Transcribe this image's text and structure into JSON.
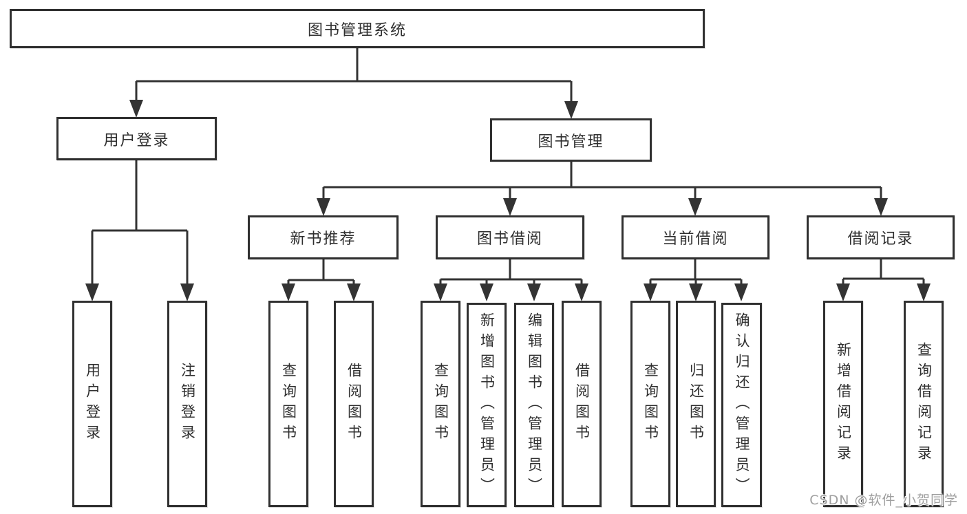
{
  "diagram": {
    "title": "图书管理系统",
    "branches": [
      {
        "label": "用户登录",
        "children": [
          {
            "label": "用户登录"
          },
          {
            "label": "注销登录"
          }
        ]
      },
      {
        "label": "图书管理",
        "children": [
          {
            "label": "新书推荐",
            "children": [
              {
                "label": "查询图书"
              },
              {
                "label": "借阅图书"
              }
            ]
          },
          {
            "label": "图书借阅",
            "children": [
              {
                "label": "查询图书"
              },
              {
                "label": "新增图书（管理员）"
              },
              {
                "label": "编辑图书（管理员）"
              },
              {
                "label": "借阅图书"
              }
            ]
          },
          {
            "label": "当前借阅",
            "children": [
              {
                "label": "查询图书"
              },
              {
                "label": "归还图书"
              },
              {
                "label": "确认归还（管理员）"
              }
            ]
          },
          {
            "label": "借阅记录",
            "children": [
              {
                "label": "新增借阅记录"
              },
              {
                "label": "查询借阅记录"
              }
            ]
          }
        ]
      }
    ]
  },
  "watermark": {
    "text": "CSDN @软件_小贺同学"
  },
  "colors": {
    "line": "#333333",
    "box_border": "#303030",
    "text": "#2f2f2f",
    "watermark": "#9f9f9f"
  }
}
